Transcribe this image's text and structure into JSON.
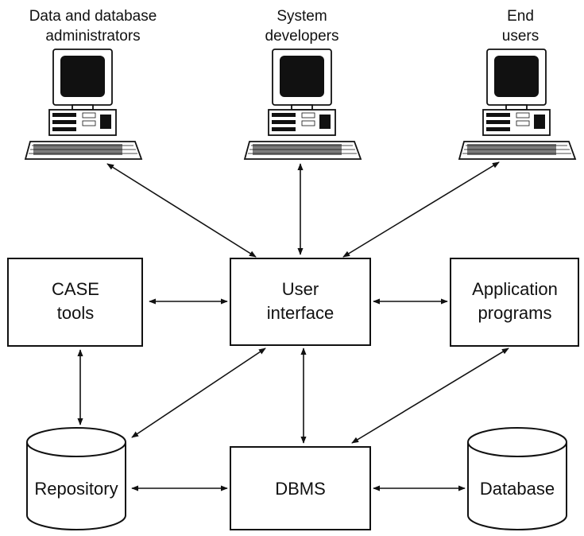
{
  "actors": [
    {
      "id": "admins",
      "lines": [
        "Data and database",
        "administrators"
      ]
    },
    {
      "id": "developers",
      "lines": [
        "System",
        "developers"
      ]
    },
    {
      "id": "end-users",
      "lines": [
        "End",
        "users"
      ]
    }
  ],
  "components": {
    "case_tools": {
      "lines": [
        "CASE",
        "tools"
      ]
    },
    "user_interface": {
      "lines": [
        "User",
        "interface"
      ]
    },
    "application_programs": {
      "lines": [
        "Application",
        "programs"
      ]
    },
    "repository": {
      "lines": [
        "Repository"
      ]
    },
    "dbms": {
      "lines": [
        "DBMS"
      ]
    },
    "database": {
      "lines": [
        "Database"
      ]
    }
  },
  "icons": {
    "workstation": "computer-workstation-icon"
  }
}
